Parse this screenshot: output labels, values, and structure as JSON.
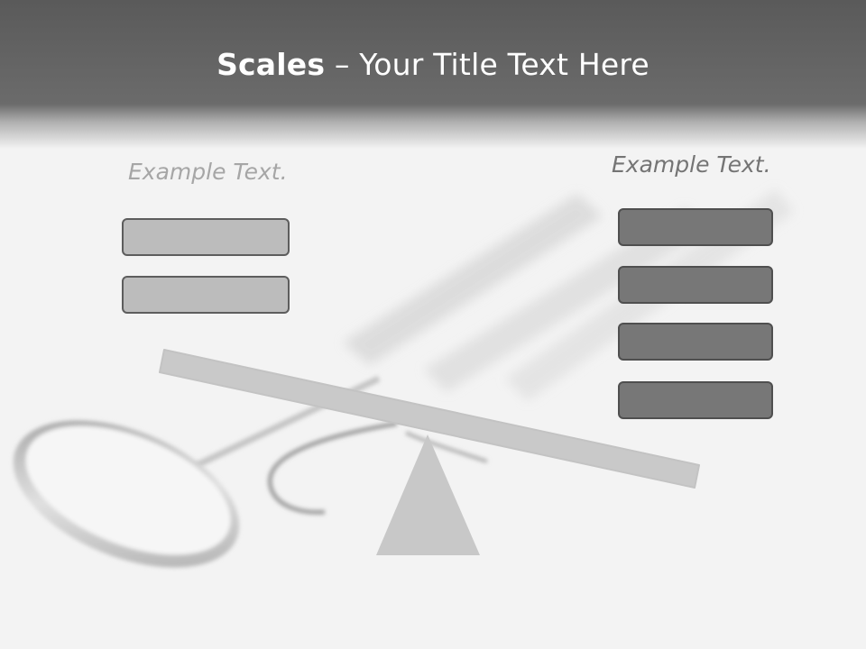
{
  "slide": {
    "title_bold": "Scales",
    "title_rest": " – Your Title Text Here",
    "left_label": "Example Text.",
    "right_label": "Example Text."
  },
  "colors": {
    "header": "#5a5a5a",
    "left_box_fill": "#bcbcbc",
    "right_box_fill": "#777777",
    "box_border": "#5d5d5d",
    "beam": "#c8c8c8"
  },
  "icons": [
    "dental-mirror",
    "dental-probe",
    "dental-scaler"
  ]
}
